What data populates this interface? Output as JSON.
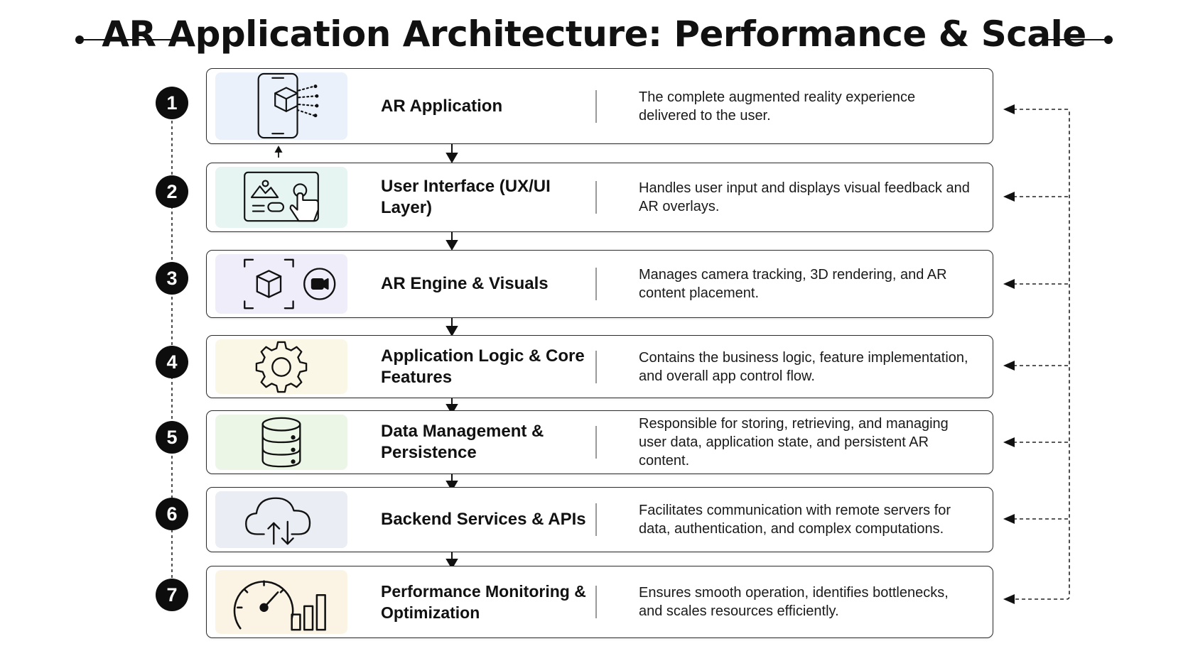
{
  "title": "AR Application Architecture: Performance & Scale",
  "colors": {
    "ink": "#111111",
    "panels": [
      "#eaf1fb",
      "#e6f5f1",
      "#efedfa",
      "#fbf7e6",
      "#ebf6e6",
      "#eaedf3",
      "#fbf4e4"
    ]
  },
  "layers": [
    {
      "number": "1",
      "icon": "phone-ar-cube-icon",
      "title": "AR Application",
      "description": "The complete augmented reality experience delivered to the user."
    },
    {
      "number": "2",
      "icon": "ui-touch-icon",
      "title": "User Interface (UX/UI Layer)",
      "description": "Handles user input and displays visual feedback and AR overlays."
    },
    {
      "number": "3",
      "icon": "ar-engine-camera-icon",
      "title": "AR Engine & Visuals",
      "description": "Manages camera tracking, 3D rendering, and AR content placement."
    },
    {
      "number": "4",
      "icon": "gear-icon",
      "title": "Application Logic & Core Features",
      "description": "Contains the business logic, feature implementation, and overall app control flow."
    },
    {
      "number": "5",
      "icon": "database-icon",
      "title": "Data Management & Persistence",
      "description": "Responsible for storing, retrieving, and managing user data, application state, and persistent AR content."
    },
    {
      "number": "6",
      "icon": "cloud-sync-icon",
      "title": "Backend Services & APIs",
      "description": "Facilitates communication with remote servers for data, authentication, and complex computations."
    },
    {
      "number": "7",
      "icon": "gauge-chart-icon",
      "title": "Performance Monitoring & Optimization",
      "description": "Ensures smooth operation, identifies bottlenecks, and scales resources efficiently."
    }
  ]
}
